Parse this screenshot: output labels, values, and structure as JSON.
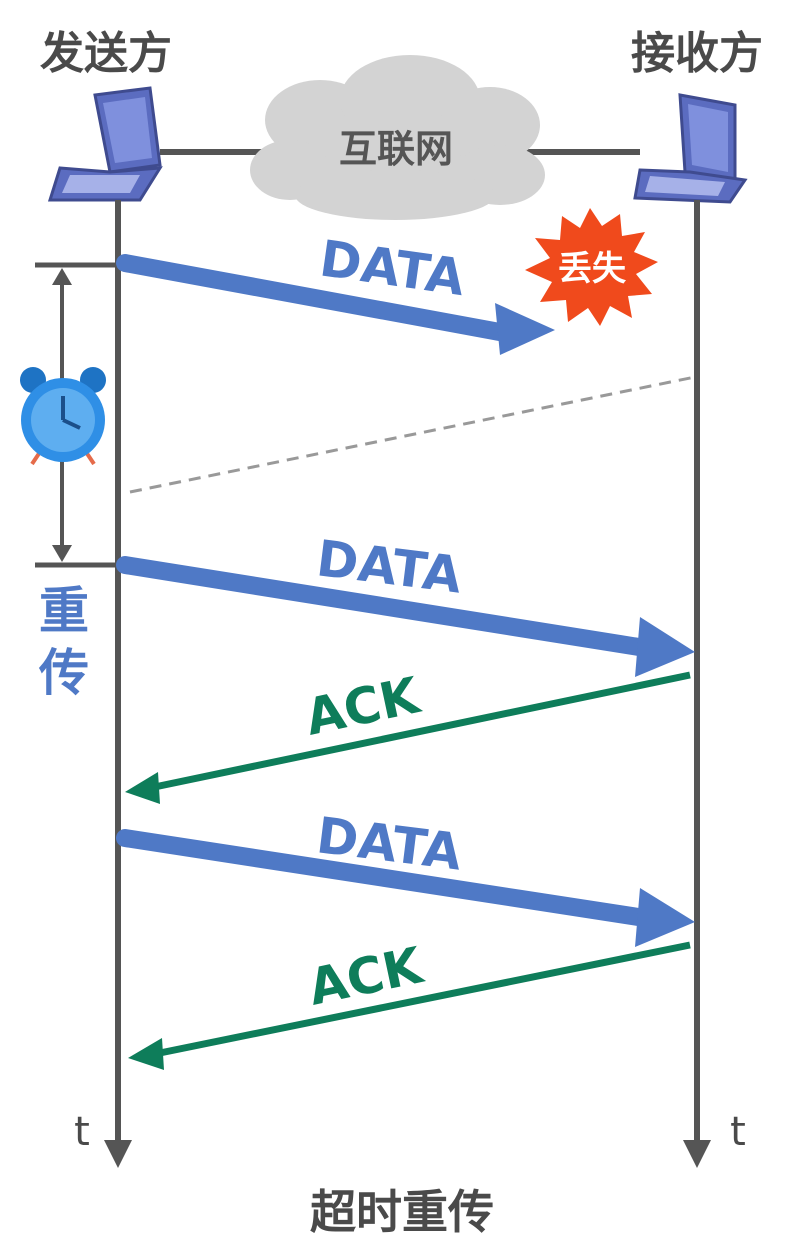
{
  "sender": {
    "label": "发送方"
  },
  "receiver": {
    "label": "接收方"
  },
  "network": {
    "label": "互联网"
  },
  "messages": {
    "data_1": "DATA",
    "data_2": "DATA",
    "ack_1": "ACK",
    "data_3": "DATA",
    "ack_2": "ACK"
  },
  "lost_badge": "丢失",
  "retransmit": {
    "line1": "重",
    "line2": "传"
  },
  "time_axis": {
    "sender_label": "t",
    "receiver_label": "t"
  },
  "caption": "超时重传",
  "colors": {
    "data": "#4f79c6",
    "ack": "#0e7d5a",
    "lost": "#f04a1c",
    "timeline": "#555555",
    "cloud": "#d3d3d3",
    "clock": "#2f8fe6"
  }
}
